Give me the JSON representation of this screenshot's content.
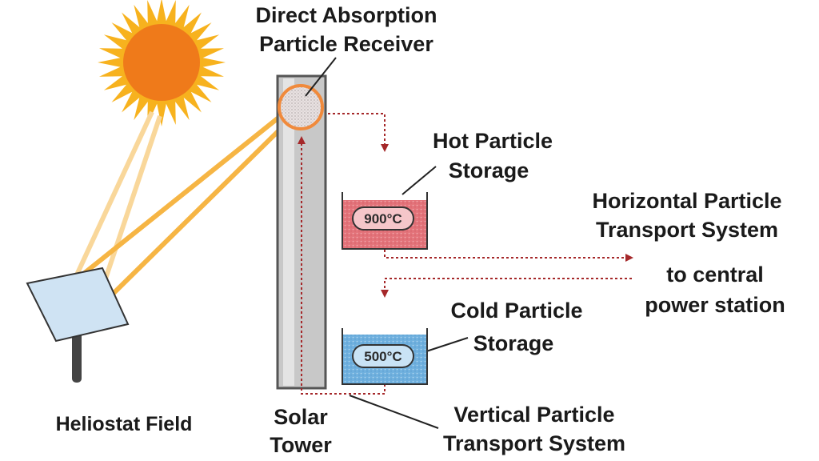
{
  "labels": {
    "receiver_line1": "Direct Absorption",
    "receiver_line2": "Particle Receiver",
    "hot_line1": "Hot Particle",
    "hot_line2": "Storage",
    "horizontal_line1": "Horizontal Particle",
    "horizontal_line2": "Transport System",
    "central_line1": "to central",
    "central_line2": "power station",
    "cold_line1": "Cold Particle",
    "cold_line2": "Storage",
    "vertical_line1": "Vertical Particle",
    "vertical_line2": "Transport System",
    "heliostat": "Heliostat Field",
    "tower_line1": "Solar",
    "tower_line2": "Tower"
  },
  "temperatures": {
    "hot": "900°C",
    "cold": "500°C"
  },
  "colors": {
    "sun_core": "#ef7a1a",
    "sun_rays": "#f7b21e",
    "light_beam": "#f6b544",
    "light_beam_pale": "#f9d79a",
    "tower_fill": "#c8c8c8",
    "tower_stroke": "#555555",
    "receiver_ring": "#f08a3c",
    "hot_tank": "#e3737a",
    "cold_tank": "#6fb0de",
    "flow_arrow": "#a5282a",
    "mirror": "#cfe3f3",
    "mirror_pole": "#444444"
  },
  "icons": {
    "sun": "sun-icon",
    "heliostat": "heliostat-mirror-icon",
    "tower": "solar-tower-icon",
    "receiver": "particle-receiver-icon"
  }
}
